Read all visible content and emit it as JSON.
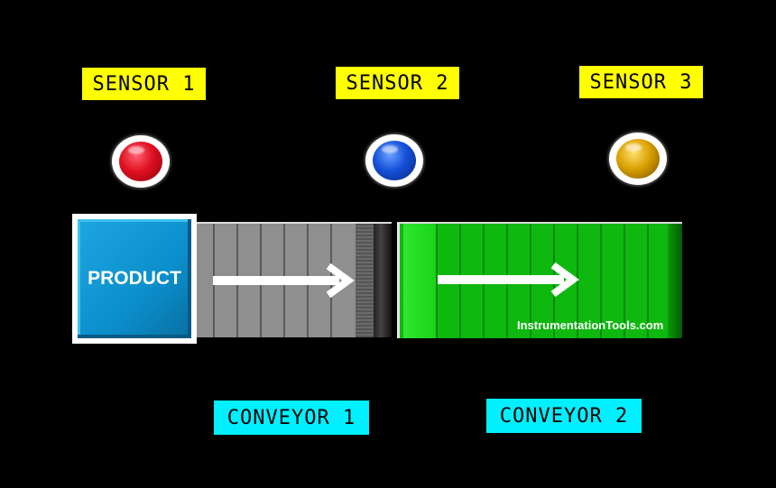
{
  "sensors": [
    {
      "label": "SENSOR 1",
      "lamp_color": "#e01020",
      "icon": "red-indicator-lamp"
    },
    {
      "label": "SENSOR 2",
      "lamp_color": "#1450d8",
      "icon": "blue-indicator-lamp"
    },
    {
      "label": "SENSOR 3",
      "lamp_color": "#d9a000",
      "icon": "amber-indicator-lamp"
    }
  ],
  "product": {
    "label": "PRODUCT",
    "color": "#0b8fcc"
  },
  "conveyors": [
    {
      "label": "CONVEYOR 1",
      "color": "#8f8f8f",
      "direction": "right"
    },
    {
      "label": "CONVEYOR 2",
      "color": "#0fb80f",
      "direction": "right"
    }
  ],
  "watermark": "InstrumentationTools.com",
  "colors": {
    "background": "#000000",
    "sensor_label_bg": "#ffff00",
    "conveyor_label_bg": "#00f0ff"
  }
}
